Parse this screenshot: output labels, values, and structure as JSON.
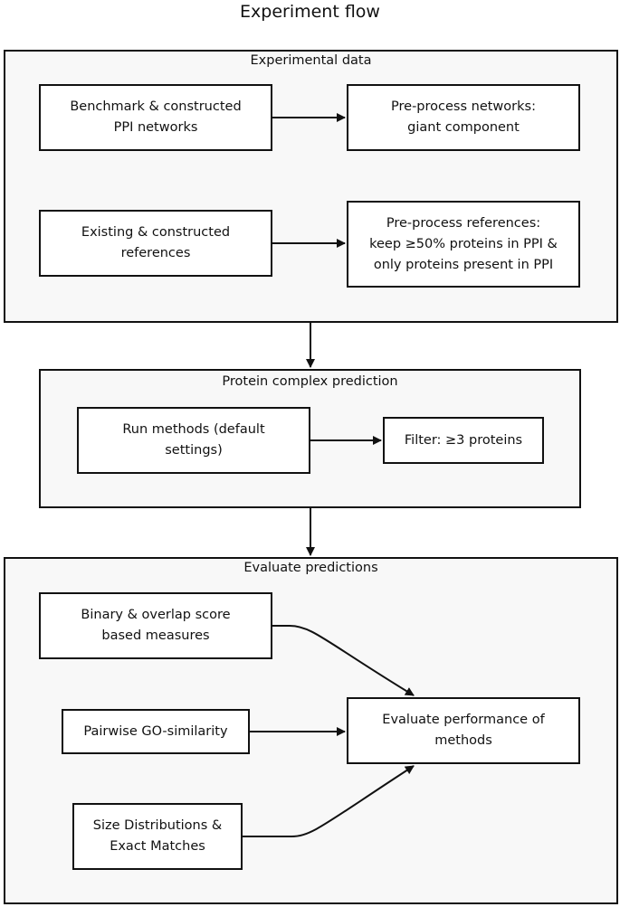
{
  "title": "Experiment flow",
  "groups": {
    "experimental_data": {
      "label": "Experimental data"
    },
    "prediction": {
      "label": "Protein complex prediction"
    },
    "evaluation": {
      "label": "Evaluate predictions"
    }
  },
  "nodes": {
    "benchmark_networks": "Benchmark & constructed\nPPI networks",
    "preprocess_networks": "Pre-process networks:\ngiant component",
    "existing_references": "Existing & constructed\nreferences",
    "preprocess_references": "Pre-process references:\nkeep ≥50% proteins in PPI &\nonly proteins present in PPI",
    "run_methods": "Run methods (default\nsettings)",
    "filter": "Filter: ≥3 proteins",
    "binary_overlap": "Binary & overlap score\nbased measures",
    "pairwise_go": "Pairwise GO-similarity",
    "size_distributions": "Size Distributions &\nExact Matches",
    "evaluate_performance": "Evaluate performance of\nmethods"
  },
  "colors": {
    "stroke": "#111111",
    "group_fill": "#f8f8f8",
    "node_fill": "#ffffff"
  }
}
